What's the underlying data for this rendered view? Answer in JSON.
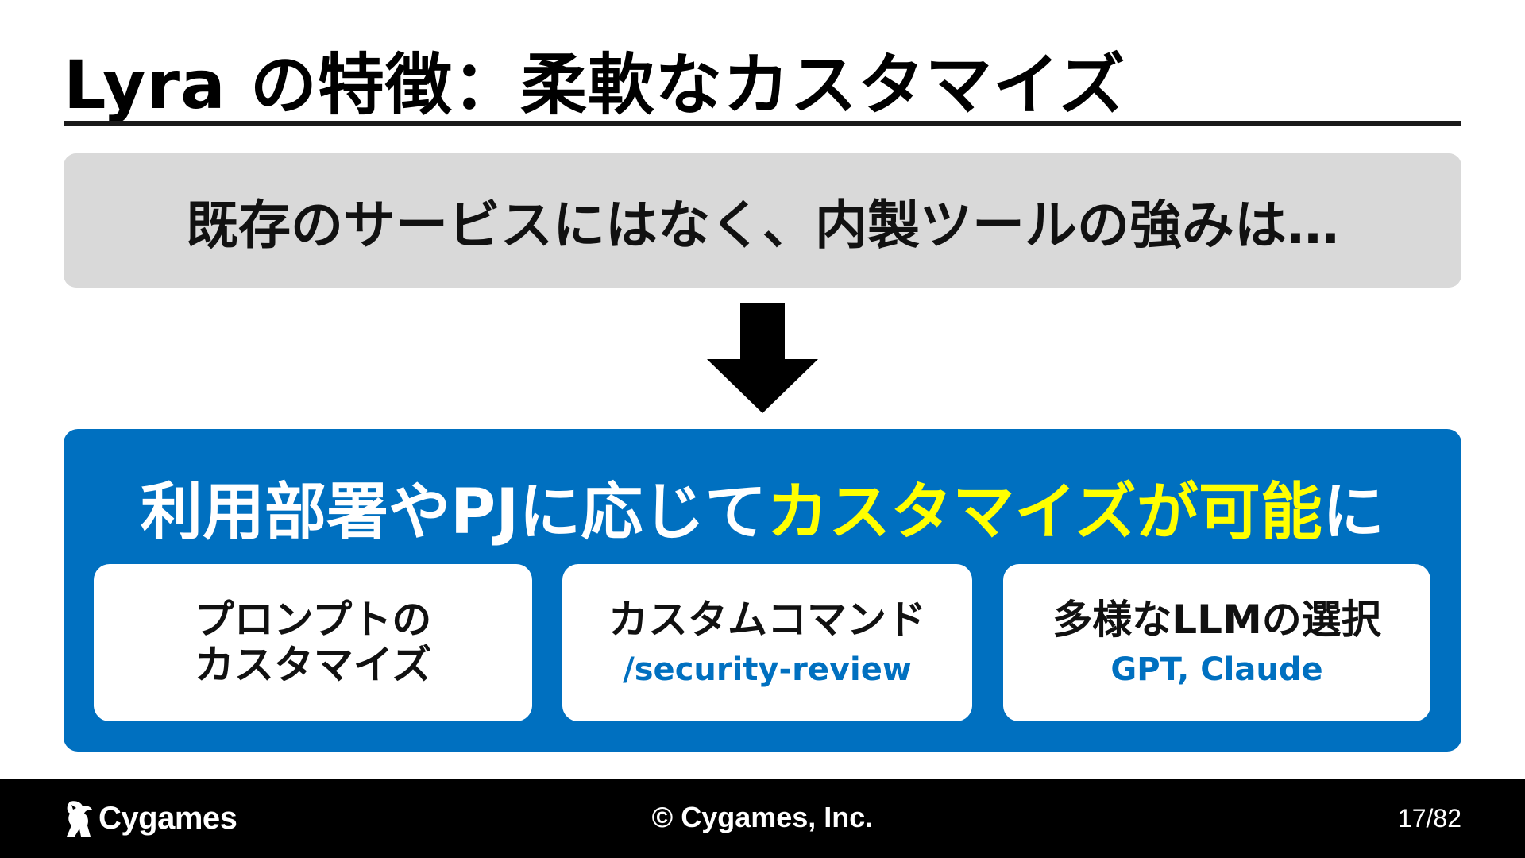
{
  "slide": {
    "title": "Lyra の特徴：柔軟なカスタマイズ",
    "premise": "既存のサービスにはなく、内製ツールの強みは…",
    "headline": {
      "prefix": "利用部署やPJに応じて",
      "highlight": "カスタマイズが可能",
      "suffix": "に"
    },
    "cards": [
      {
        "title_line1": "プロンプトの",
        "title_line2": "カスタマイズ"
      },
      {
        "title": "カスタムコマンド",
        "subtitle": "/security-review"
      },
      {
        "title": "多様なLLMの選択",
        "subtitle": "GPT, Claude"
      }
    ]
  },
  "footer": {
    "logo_text": "Cygames",
    "copyright": "© Cygames, Inc.",
    "page_number": "17/82"
  },
  "colors": {
    "panel_blue": "#0070c0",
    "highlight_yellow": "#ffff00",
    "premise_grey": "#d9d9d9",
    "footer_black": "#000000"
  },
  "icons": {
    "arrow": "down-arrow-icon",
    "logo": "cygames-logo-icon"
  }
}
